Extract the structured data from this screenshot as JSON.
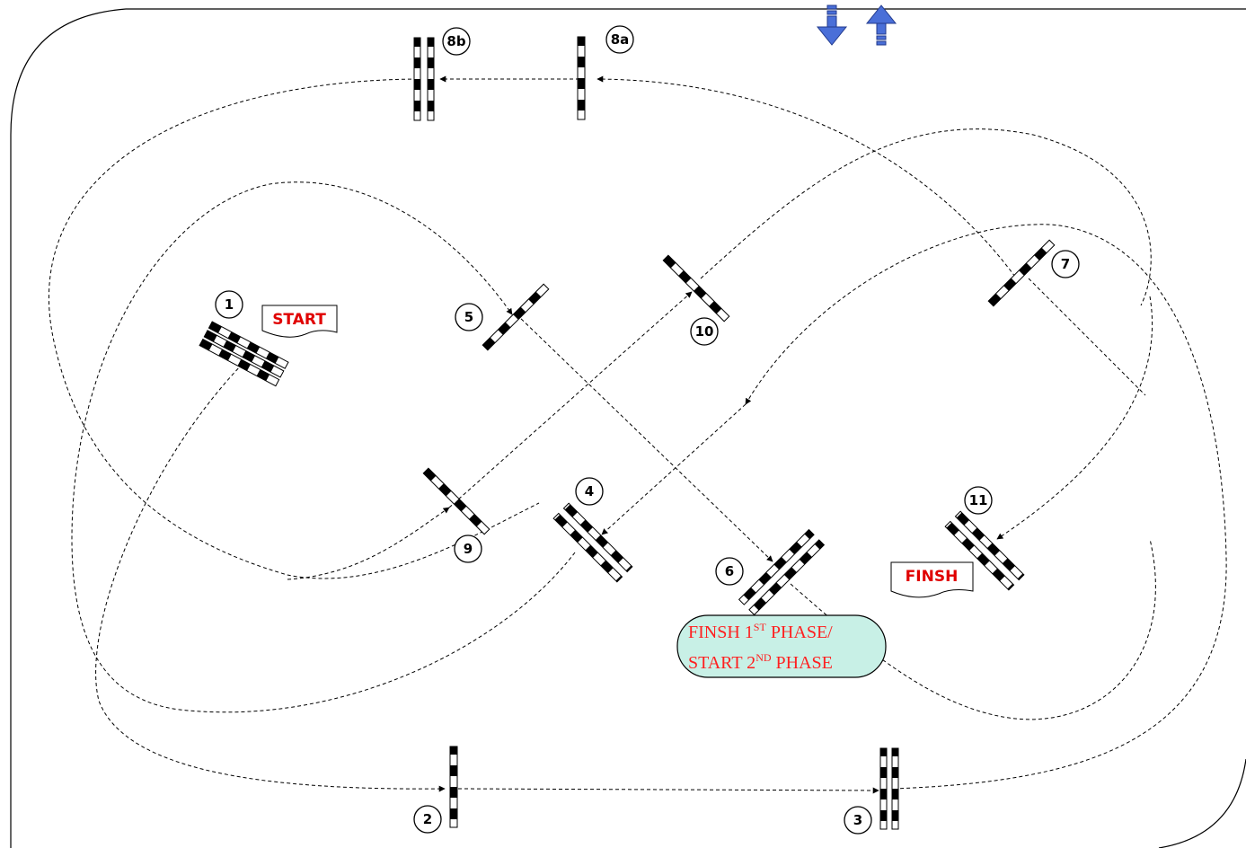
{
  "labels": {
    "start": "START",
    "finish": "FINSH",
    "phase_line1": "FINSH 1",
    "phase_line1_sup": "ST",
    "phase_line1_rest": " PHASE/",
    "phase_line2": "START 2",
    "phase_line2_sup": "ND",
    "phase_line2_rest": " PHASE"
  },
  "obstacles": [
    {
      "id": "1",
      "label": "1"
    },
    {
      "id": "2",
      "label": "2"
    },
    {
      "id": "3",
      "label": "3"
    },
    {
      "id": "4",
      "label": "4"
    },
    {
      "id": "5",
      "label": "5"
    },
    {
      "id": "6",
      "label": "6"
    },
    {
      "id": "7",
      "label": "7"
    },
    {
      "id": "8a",
      "label": "8a"
    },
    {
      "id": "8b",
      "label": "8b"
    },
    {
      "id": "9",
      "label": "9"
    },
    {
      "id": "10",
      "label": "10"
    },
    {
      "id": "11",
      "label": "11"
    }
  ],
  "colors": {
    "arena_border": "#000000",
    "course_line": "#000000",
    "flag_text": "#e00000",
    "phase_box_fill": "#c8f0e6",
    "phase_text": "#ff2020",
    "direction_arrows": "#4a6fd8"
  },
  "icons": [
    "down-arrow-icon",
    "up-arrow-icon"
  ]
}
